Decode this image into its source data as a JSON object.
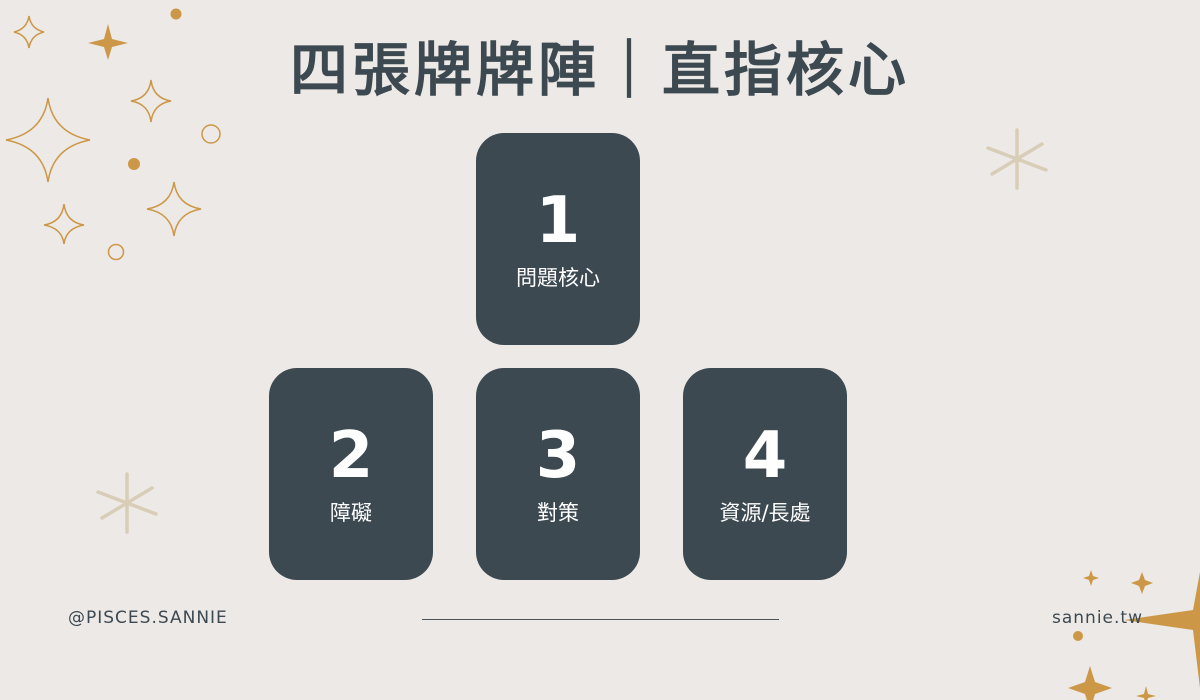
{
  "title": "四張牌牌陣｜直指核心",
  "cards": [
    {
      "number": "1",
      "label": "問題核心"
    },
    {
      "number": "2",
      "label": "障礙"
    },
    {
      "number": "3",
      "label": "對策"
    },
    {
      "number": "4",
      "label": "資源/長處"
    }
  ],
  "footer": {
    "left": "@PISCES.SANNIE",
    "right": "sannie.tw"
  },
  "colors": {
    "background": "#ede9e6",
    "card": "#3c4951",
    "title": "#3c4951",
    "accent_gold": "#cc9848",
    "accent_beige": "#d8cdb7"
  }
}
